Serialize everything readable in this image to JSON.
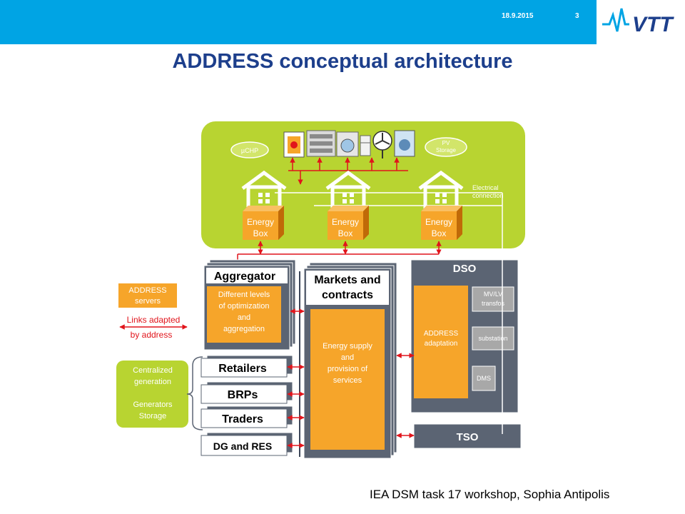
{
  "header": {
    "date": "18.9.2015",
    "page_number": "3",
    "logo_text": "VTT",
    "colors": {
      "bar": "#00a4e4",
      "title": "#1d3f8c"
    }
  },
  "slide_title": "ADDRESS conceptual architecture",
  "footer": "IEA DSM task 17 workshop, Sophia Antipolis",
  "diagram": {
    "home": {
      "uchp": "µCHP",
      "pv_storage": [
        "PV",
        "Storage"
      ],
      "electrical_connection": [
        "Electrical",
        "connection"
      ],
      "energy_box": [
        "Energy",
        "Box"
      ],
      "appliance_icons": [
        "battery-icon",
        "heater-icon",
        "washing-machine-icon",
        "fridge-icon",
        "fan-icon",
        "appliance-icon"
      ],
      "color": "#b8d431"
    },
    "address_servers": [
      "ADDRESS",
      "servers"
    ],
    "links_adapted": [
      "Links adapted",
      "by address"
    ],
    "centralized_generation": {
      "title": [
        "Centralized",
        "generation"
      ],
      "sub": [
        "Generators",
        "Storage"
      ]
    },
    "aggregator": {
      "title": "Aggregator",
      "body": [
        "Different levels",
        "of optimization",
        "and",
        "aggregation"
      ]
    },
    "retailers": "Retailers",
    "brps": "BRPs",
    "traders": "Traders",
    "dg_res": "DG and RES",
    "markets": {
      "title": [
        "Markets and",
        "contracts"
      ],
      "body": [
        "Energy supply",
        "and",
        "provision of",
        "services"
      ]
    },
    "dso": {
      "title": "DSO",
      "adaptation": [
        "ADDRESS",
        "adaptation"
      ],
      "mvlv": [
        "MV/LV",
        "transfos"
      ],
      "substation": "substation",
      "dms": "DMS"
    },
    "tso": "TSO",
    "colors": {
      "orange": "#f6a52a",
      "slate": "#5b6473",
      "arrow": "#e1141b",
      "bar": "#3c4658"
    }
  }
}
